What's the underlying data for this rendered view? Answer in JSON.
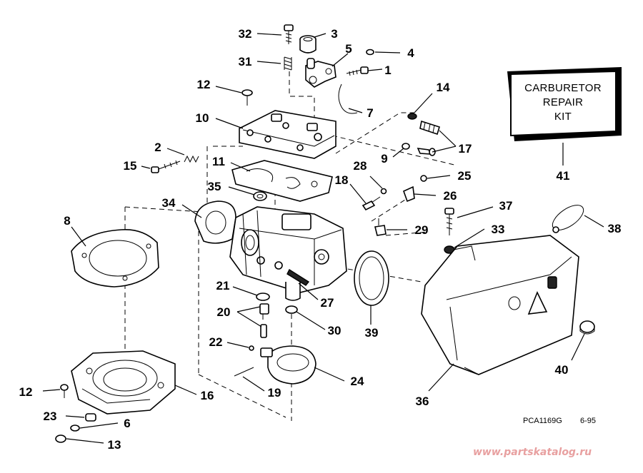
{
  "kit": {
    "line1": "CARBURETOR",
    "line2": "REPAIR",
    "line3": "KIT"
  },
  "diagram_code": "PCA1169G",
  "diagram_date": "6-95",
  "watermark": "www.partskatalog.ru",
  "callouts": {
    "n1": "1",
    "n2": "2",
    "n3": "3",
    "n4": "4",
    "n5": "5",
    "n6": "6",
    "n7": "7",
    "n8": "8",
    "n9": "9",
    "n10": "10",
    "n11": "11",
    "n12a": "12",
    "n12b": "12",
    "n13": "13",
    "n14": "14",
    "n15": "15",
    "n16": "16",
    "n17": "17",
    "n18": "18",
    "n19": "19",
    "n20": "20",
    "n21": "21",
    "n22": "22",
    "n23": "23",
    "n24": "24",
    "n25": "25",
    "n26": "26",
    "n27": "27",
    "n28": "28",
    "n29": "29",
    "n30": "30",
    "n31": "31",
    "n32": "32",
    "n33": "33",
    "n34": "34",
    "n35": "35",
    "n36": "36",
    "n37": "37",
    "n38": "38",
    "n39": "39",
    "n40": "40",
    "n41": "41"
  },
  "colors": {
    "line": "#000000",
    "watermark": "#e8a0a0",
    "paper": "#ffffff"
  }
}
